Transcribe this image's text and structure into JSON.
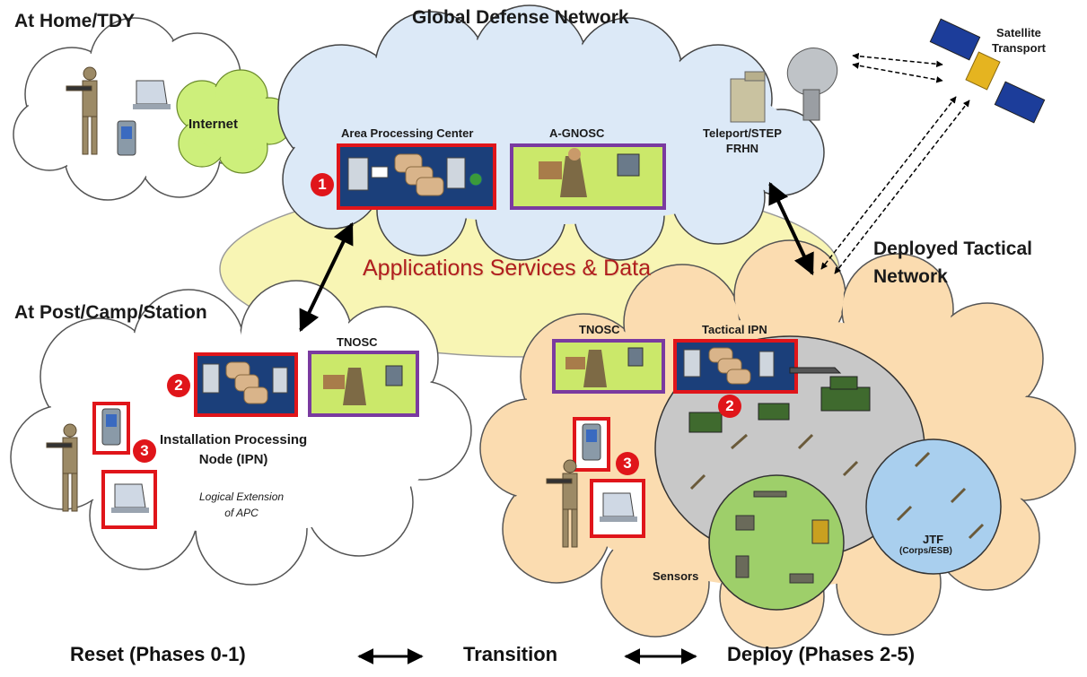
{
  "titles": {
    "home": "At Home/TDY",
    "gdn": "Global Defense Network",
    "satellite": "Satellite\nTransport",
    "post": "At Post/Camp/Station",
    "deployed": "Deployed Tactical\nNetwork"
  },
  "labels": {
    "internet": "Internet",
    "apc": "Area Processing Center",
    "agnosc": "A-GNOSC",
    "teleport": "Teleport/STEP\nFRHN",
    "apps": "Applications Services & Data",
    "tnosc_post": "TNOSC",
    "ipn": "Installation Processing\nNode (IPN)",
    "ipn_ext": "Logical Extension\nof APC",
    "tnosc_deployed": "TNOSC",
    "tactical_ipn": "Tactical IPN",
    "sensors": "Sensors",
    "jtf": "JTF",
    "jtf_sub": "(Corps/ESB)"
  },
  "badges": {
    "one": "1",
    "two": "2",
    "three": "3"
  },
  "phases": {
    "reset": "Reset (Phases 0-1)",
    "transition": "Transition",
    "deploy": "Deploy (Phases 2-5)"
  },
  "colors": {
    "gdn_cloud": "#dce9f7",
    "apps_ellipse": "#f8f5b4",
    "deployed_cloud": "#fbdcb0",
    "tactical_circle": "#c8c8c8",
    "sensors_circle": "#9ecf6a",
    "jtf_circle": "#a9cfee",
    "red_box": "#e0151a",
    "purple_box": "#7a3aa0",
    "apc_fill": "#1b3f7a",
    "agnosc_fill": "#cbe86a",
    "apps_text": "#b01e1e"
  }
}
